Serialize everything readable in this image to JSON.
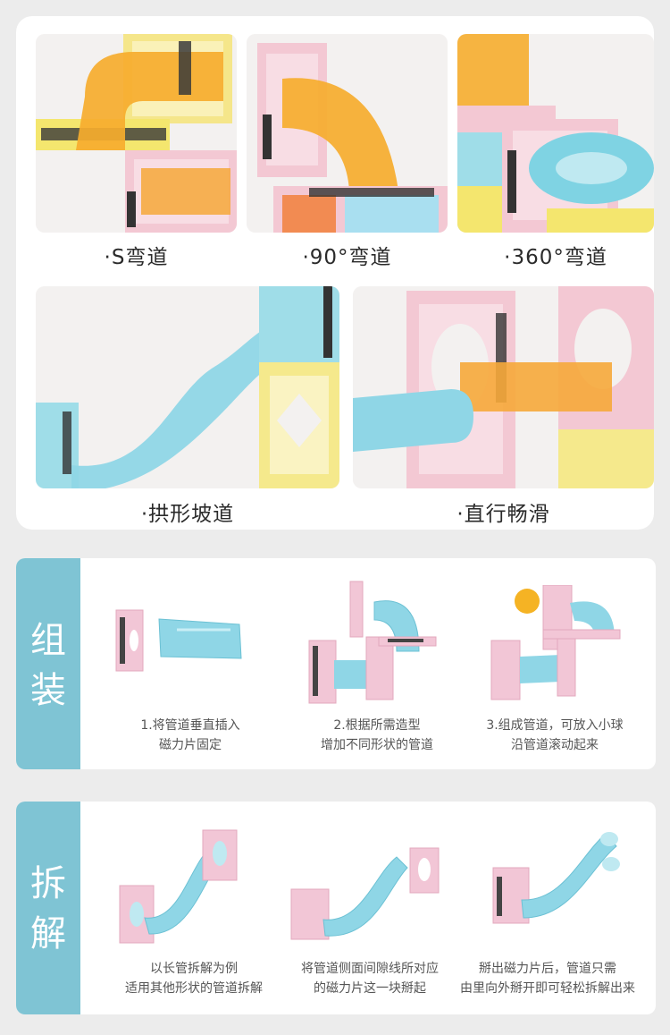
{
  "features": [
    {
      "caption": "·S弯道"
    },
    {
      "caption": "·90°弯道"
    },
    {
      "caption": "·360°弯道"
    },
    {
      "caption": "·拱形坡道"
    },
    {
      "caption": "·直行畅滑"
    }
  ],
  "assembly": {
    "label_1": "组",
    "label_2": "装",
    "steps": [
      {
        "line1": "1.将管道垂直插入",
        "line2": "磁力片固定"
      },
      {
        "line1": "2.根据所需造型",
        "line2": "增加不同形状的管道"
      },
      {
        "line1": "3.组成管道，可放入小球",
        "line2": "沿管道滚动起来"
      }
    ]
  },
  "disassembly": {
    "label_1": "拆",
    "label_2": "解",
    "steps": [
      {
        "line1": "以长管拆解为例",
        "line2": "适用其他形状的管道拆解"
      },
      {
        "line1": "将管道侧面间隙线所对应",
        "line2": "的磁力片这一块掰起"
      },
      {
        "line1": "掰出磁力片后，管道只需",
        "line2": "由里向外掰开即可轻松拆解出来"
      }
    ]
  },
  "colors": {
    "accent_side": "#7fc4d4",
    "pink_tile": "#f2c6d6",
    "yellow_tile": "#f5e98c",
    "orange_tube": "#f7a93a",
    "blue_tube": "#8fd6e6"
  }
}
